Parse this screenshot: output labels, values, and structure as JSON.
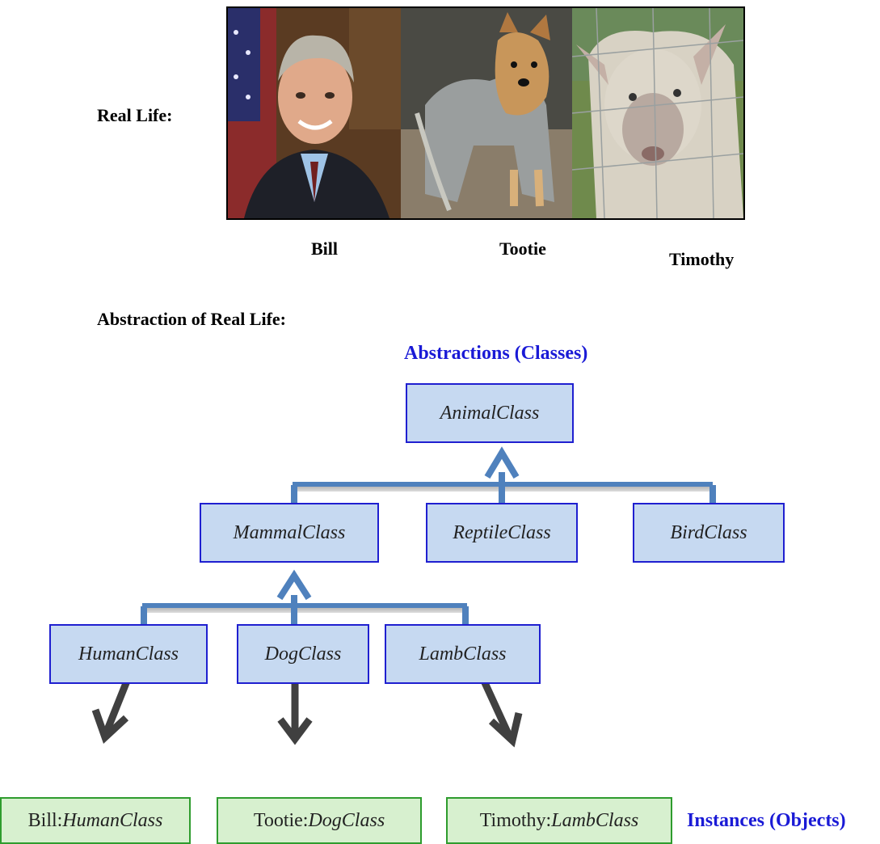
{
  "real_life": {
    "heading": "Real Life:",
    "names": [
      "Bill",
      "Tootie",
      "Timothy"
    ]
  },
  "abstraction": {
    "heading": "Abstraction of Real Life:",
    "classes_heading": "Abstractions (Classes)",
    "instances_heading": "Instances (Objects)"
  },
  "classes": {
    "animal": "AnimalClass",
    "mammal": "MammalClass",
    "reptile": "ReptileClass",
    "bird": "BirdClass",
    "human": "HumanClass",
    "dog": "DogClass",
    "lamb": "LambClass"
  },
  "instances": {
    "bill": {
      "name": "Bill: ",
      "type": "HumanClass"
    },
    "tootie": {
      "name": "Tootie:",
      "type": "DogClass"
    },
    "timothy": {
      "name": "Timothy:",
      "type": "LambClass"
    }
  },
  "colors": {
    "class_fill": "#c6d9f1",
    "class_border": "#1f1fd0",
    "instance_fill": "#d7f0cf",
    "instance_border": "#2e9c2e",
    "inheritance_arrow": "#4f81bd",
    "instance_arrow": "#404040",
    "heading_blue": "#1a1ad6"
  }
}
